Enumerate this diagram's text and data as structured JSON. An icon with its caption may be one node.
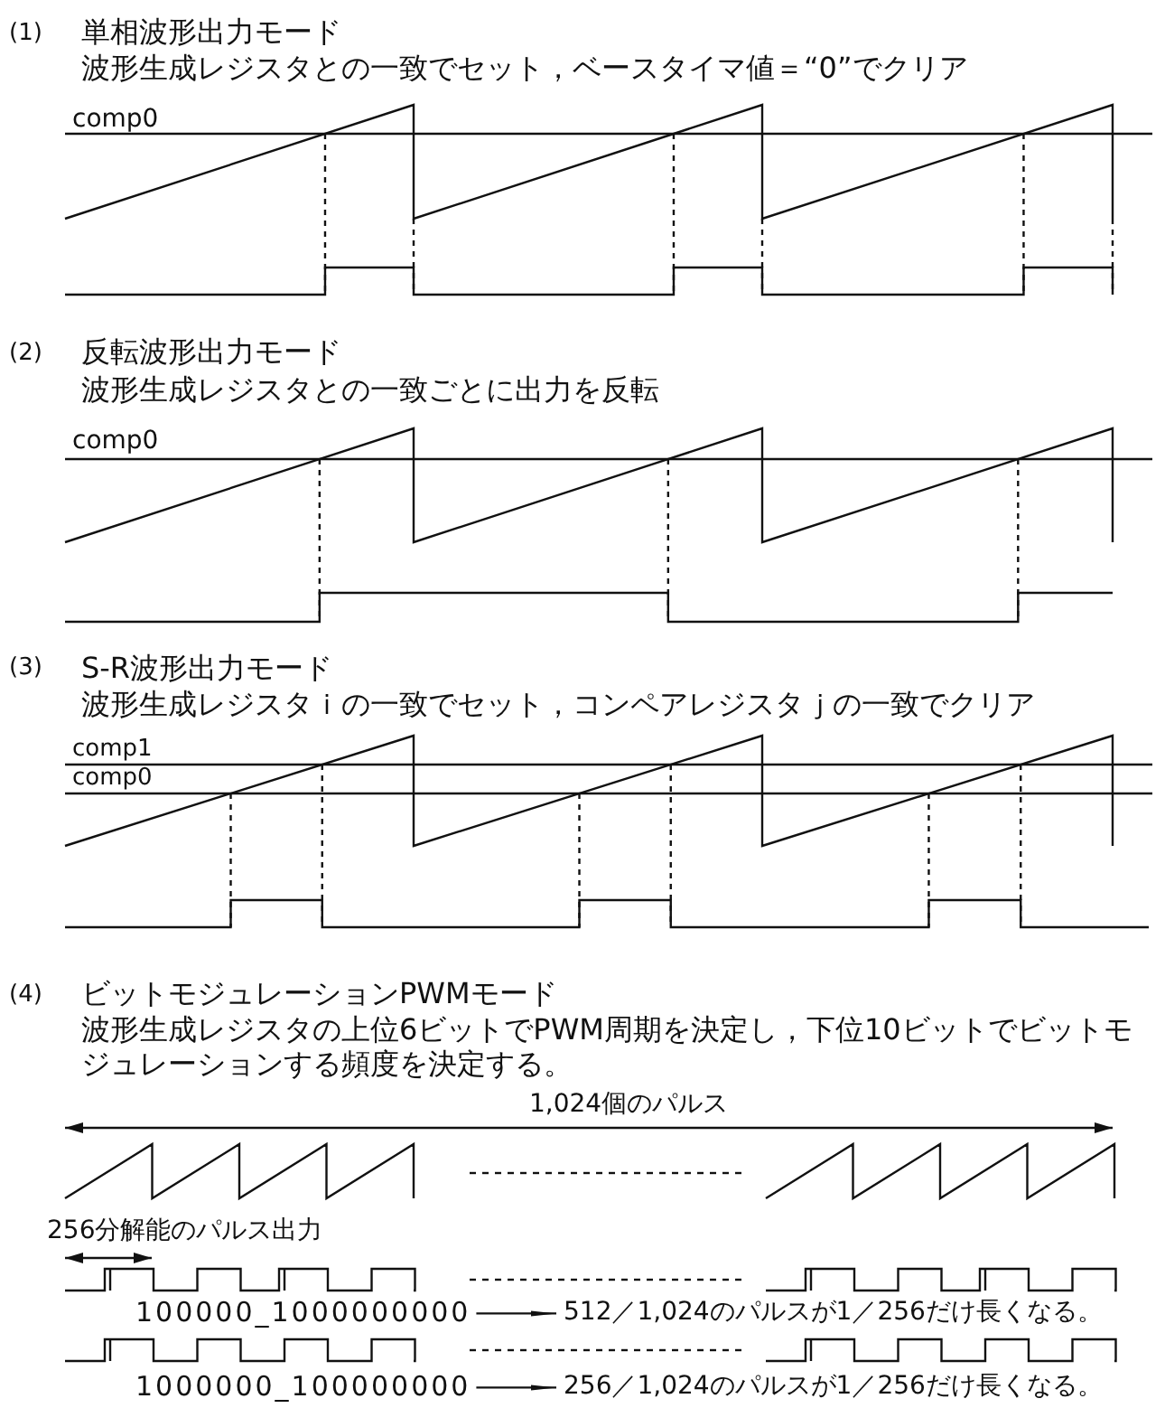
{
  "diagram": {
    "nodes": [
      {
        "text": [
          "100000_1000000000"
        ]
      },
      {
        "text": [
          "512／1,024のパルスが1／256だけ長くなる。"
        ]
      },
      {
        "text": [
          "1000000_100000000"
        ]
      },
      {
        "text": [
          "256／1,024のパルスが1／256だけ長くなる。"
        ]
      }
    ],
    "edges": [
      {
        "from": 0,
        "to": 1,
        "arrow": "to"
      },
      {
        "from": 2,
        "to": 3,
        "arrow": "to"
      }
    ],
    "labels": [
      "(1)",
      "単相波形出力モード",
      "波形生成レジスタとの一致でセット，ベースタイマ値＝“0”でクリア",
      "comp0",
      "(2)",
      "反転波形出力モード",
      "波形生成レジスタとの一致ごとに出力を反転",
      "comp0",
      "(3)",
      "S-R波形出力モード",
      "波形生成レジスタｉの一致でセット，コンペアレジスタｊの一致でクリア",
      "comp1",
      "comp0",
      "(4)",
      "ビットモジュレーションPWMモード",
      "波形生成レジスタの上位6ビットでPWM周期を決定し，下位10ビットでビットモジュレーションする頻度を決定する。",
      "1,024個のパルス",
      "256分解能のパルス出力"
    ]
  }
}
